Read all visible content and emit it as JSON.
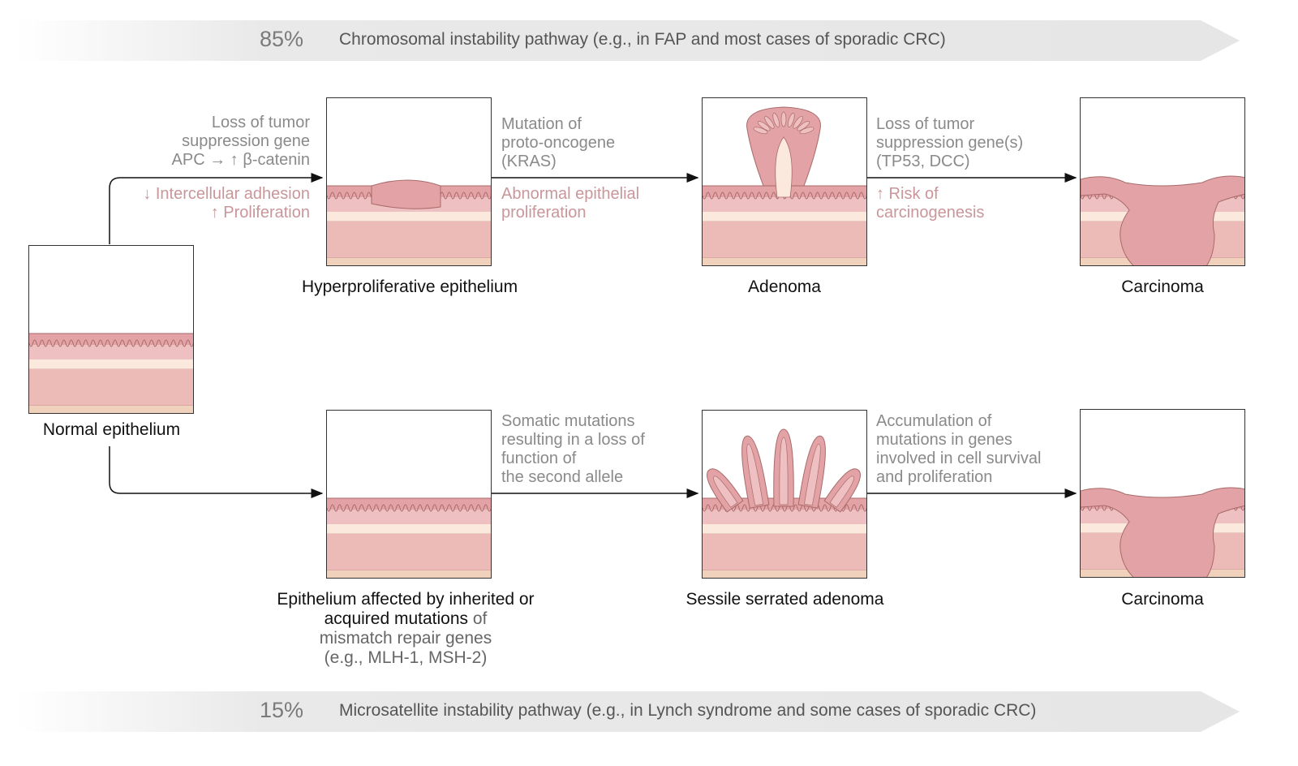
{
  "banners": {
    "top": {
      "percent": "85%",
      "label": "Chromosomal instability pathway (e.g., in FAP and most cases of sporadic CRC)"
    },
    "bottom": {
      "percent": "15%",
      "label": "Microsatellite instability pathway (e.g., in Lynch syndrome and some cases of sporadic CRC)"
    }
  },
  "stages": {
    "normal": "Normal epithelium",
    "hyperproliferative": "Hyperproliferative epithelium",
    "adenoma": "Adenoma",
    "carcinoma_top": "Carcinoma",
    "msi_epithelium_bold": "Epithelium affected by inherited or acquired mutations",
    "msi_epithelium_light1": "of",
    "msi_epithelium_light2": "mismatch repair genes",
    "msi_epithelium_light3": "(e.g., MLH-1, MSH-2)",
    "sessile": "Sessile serrated adenoma",
    "carcinoma_bottom": "Carcinoma"
  },
  "notes": {
    "apc": [
      "Loss of tumor",
      "suppression gene",
      "APC → ↑ β-catenin"
    ],
    "apc_effect": [
      "↓ Intercellular adhesion",
      "↑ Proliferation"
    ],
    "kras": [
      "Mutation of",
      "proto-oncogene",
      "(KRAS)"
    ],
    "kras_effect": [
      "Abnormal epithelial",
      "proliferation"
    ],
    "tp53": [
      "Loss of tumor",
      "suppression gene(s)",
      "(TP53, DCC)"
    ],
    "tp53_effect": [
      "↑ Risk of",
      "carcinogenesis"
    ],
    "somatic": [
      "Somatic mutations",
      "resulting in a loss of",
      "function of",
      "the second allele"
    ],
    "accumulation": [
      "Accumulation of",
      "mutations in genes",
      "involved in cell survival",
      "and proliferation"
    ]
  },
  "colors": {
    "banner": "#e8e8e8",
    "mucosa": "#e3a3a6",
    "mucosa_light": "#efc0c1",
    "submucosa": "#fbe9de",
    "muscle": "#ecbbb8",
    "serosa": "#f0d2bc",
    "outline": "#a86a6a",
    "effect_text": "#c9969a"
  }
}
